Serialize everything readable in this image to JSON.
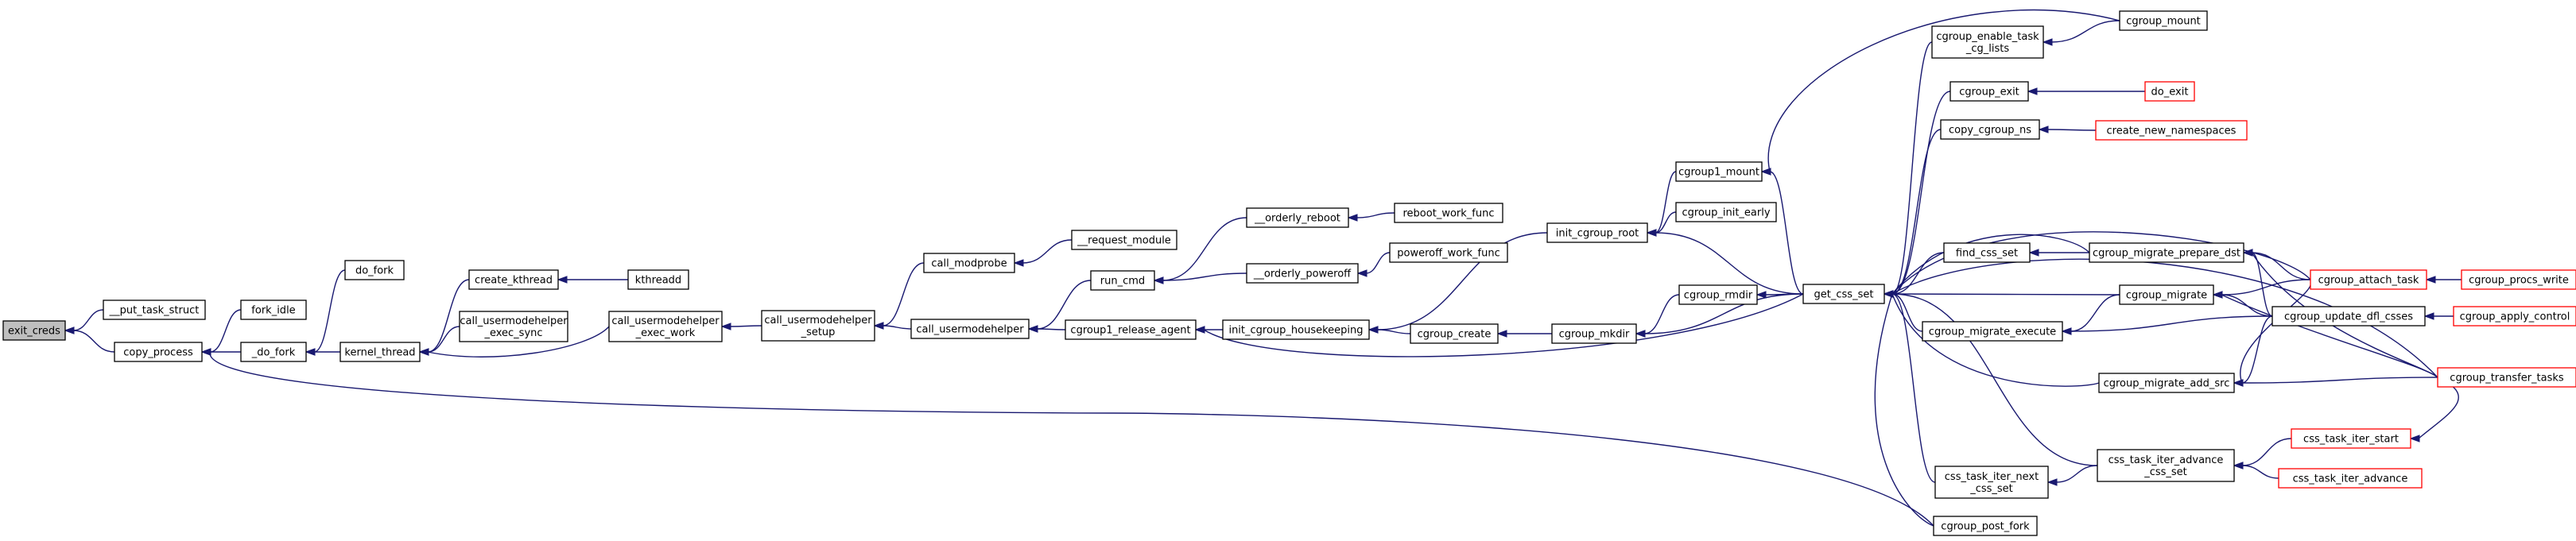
{
  "graph": {
    "title": "",
    "colors": {
      "edge": "#191970",
      "root_fill": "#bfbfbf",
      "leaf_red": "#ff0000",
      "border": "#000000"
    },
    "nodes": [
      {
        "id": "exit_creds",
        "lines": [
          "exit_creds"
        ],
        "style": "root"
      },
      {
        "id": "put_task_struct",
        "lines": [
          "__put_task_struct"
        ],
        "style": "normal"
      },
      {
        "id": "copy_process",
        "lines": [
          "copy_process"
        ],
        "style": "normal"
      },
      {
        "id": "fork_idle",
        "lines": [
          "fork_idle"
        ],
        "style": "normal"
      },
      {
        "id": "do_fork_u",
        "lines": [
          "_do_fork"
        ],
        "style": "normal"
      },
      {
        "id": "do_fork",
        "lines": [
          "do_fork"
        ],
        "style": "normal"
      },
      {
        "id": "kernel_thread",
        "lines": [
          "kernel_thread"
        ],
        "style": "normal"
      },
      {
        "id": "create_kthread",
        "lines": [
          "create_kthread"
        ],
        "style": "normal"
      },
      {
        "id": "kthreadd",
        "lines": [
          "kthreadd"
        ],
        "style": "normal"
      },
      {
        "id": "cuh_exec_sync",
        "lines": [
          "call_usermodehelper",
          "_exec_sync"
        ],
        "style": "normal"
      },
      {
        "id": "cuh_exec_work",
        "lines": [
          "call_usermodehelper",
          "_exec_work"
        ],
        "style": "normal"
      },
      {
        "id": "cuh_setup",
        "lines": [
          "call_usermodehelper",
          "_setup"
        ],
        "style": "normal"
      },
      {
        "id": "call_modprobe",
        "lines": [
          "call_modprobe"
        ],
        "style": "normal"
      },
      {
        "id": "request_module",
        "lines": [
          "__request_module"
        ],
        "style": "normal"
      },
      {
        "id": "call_usermodehelper",
        "lines": [
          "call_usermodehelper"
        ],
        "style": "normal"
      },
      {
        "id": "run_cmd",
        "lines": [
          "run_cmd"
        ],
        "style": "normal"
      },
      {
        "id": "orderly_reboot",
        "lines": [
          "__orderly_reboot"
        ],
        "style": "normal"
      },
      {
        "id": "reboot_work_func",
        "lines": [
          "reboot_work_func"
        ],
        "style": "normal"
      },
      {
        "id": "orderly_poweroff",
        "lines": [
          "__orderly_poweroff"
        ],
        "style": "normal"
      },
      {
        "id": "poweroff_work_func",
        "lines": [
          "poweroff_work_func"
        ],
        "style": "normal"
      },
      {
        "id": "cgroup1_release_agent",
        "lines": [
          "cgroup1_release_agent"
        ],
        "style": "normal"
      },
      {
        "id": "init_cgroup_housekeeping",
        "lines": [
          "init_cgroup_housekeeping"
        ],
        "style": "normal"
      },
      {
        "id": "init_cgroup_root",
        "lines": [
          "init_cgroup_root"
        ],
        "style": "normal"
      },
      {
        "id": "cgroup_create",
        "lines": [
          "cgroup_create"
        ],
        "style": "normal"
      },
      {
        "id": "cgroup_mkdir",
        "lines": [
          "cgroup_mkdir"
        ],
        "style": "normal"
      },
      {
        "id": "cgroup_rmdir",
        "lines": [
          "cgroup_rmdir"
        ],
        "style": "normal"
      },
      {
        "id": "cgroup1_mount",
        "lines": [
          "cgroup1_mount"
        ],
        "style": "normal"
      },
      {
        "id": "cgroup_init_early",
        "lines": [
          "cgroup_init_early"
        ],
        "style": "normal"
      },
      {
        "id": "get_css_set",
        "lines": [
          "get_css_set"
        ],
        "style": "normal"
      },
      {
        "id": "cgroup_enable_task_cg_lists",
        "lines": [
          "cgroup_enable_task",
          "_cg_lists"
        ],
        "style": "normal"
      },
      {
        "id": "cgroup_mount",
        "lines": [
          "cgroup_mount"
        ],
        "style": "normal"
      },
      {
        "id": "cgroup_exit",
        "lines": [
          "cgroup_exit"
        ],
        "style": "normal"
      },
      {
        "id": "do_exit",
        "lines": [
          "do_exit"
        ],
        "style": "red"
      },
      {
        "id": "copy_cgroup_ns",
        "lines": [
          "copy_cgroup_ns"
        ],
        "style": "normal"
      },
      {
        "id": "create_new_namespaces",
        "lines": [
          "create_new_namespaces"
        ],
        "style": "red"
      },
      {
        "id": "find_css_set",
        "lines": [
          "find_css_set"
        ],
        "style": "normal"
      },
      {
        "id": "cgroup_migrate_prepare_dst",
        "lines": [
          "cgroup_migrate_prepare_dst"
        ],
        "style": "normal"
      },
      {
        "id": "cgroup_migrate",
        "lines": [
          "cgroup_migrate"
        ],
        "style": "normal"
      },
      {
        "id": "cgroup_migrate_execute",
        "lines": [
          "cgroup_migrate_execute"
        ],
        "style": "normal"
      },
      {
        "id": "cgroup_migrate_add_src",
        "lines": [
          "cgroup_migrate_add_src"
        ],
        "style": "normal"
      },
      {
        "id": "cgroup_attach_task",
        "lines": [
          "cgroup_attach_task"
        ],
        "style": "red"
      },
      {
        "id": "cgroup_procs_write",
        "lines": [
          "cgroup_procs_write"
        ],
        "style": "red"
      },
      {
        "id": "cgroup_update_dfl_csses",
        "lines": [
          "cgroup_update_dfl_csses"
        ],
        "style": "normal"
      },
      {
        "id": "cgroup_apply_control",
        "lines": [
          "cgroup_apply_control"
        ],
        "style": "red"
      },
      {
        "id": "cgroup_transfer_tasks",
        "lines": [
          "cgroup_transfer_tasks"
        ],
        "style": "red"
      },
      {
        "id": "css_task_iter_next_css_set",
        "lines": [
          "css_task_iter_next",
          "_css_set"
        ],
        "style": "normal"
      },
      {
        "id": "css_task_iter_advance_css_set",
        "lines": [
          "css_task_iter_advance",
          "_css_set"
        ],
        "style": "normal"
      },
      {
        "id": "css_task_iter_start",
        "lines": [
          "css_task_iter_start"
        ],
        "style": "red"
      },
      {
        "id": "css_task_iter_advance",
        "lines": [
          "css_task_iter_advance"
        ],
        "style": "red"
      },
      {
        "id": "cgroup_post_fork",
        "lines": [
          "cgroup_post_fork"
        ],
        "style": "normal"
      }
    ],
    "edges": [
      {
        "from": "exit_creds",
        "to": "put_task_struct"
      },
      {
        "from": "exit_creds",
        "to": "copy_process"
      },
      {
        "from": "copy_process",
        "to": "fork_idle"
      },
      {
        "from": "copy_process",
        "to": "do_fork_u"
      },
      {
        "from": "copy_process",
        "to": "cgroup_post_fork"
      },
      {
        "from": "do_fork_u",
        "to": "do_fork"
      },
      {
        "from": "do_fork_u",
        "to": "kernel_thread"
      },
      {
        "from": "kernel_thread",
        "to": "create_kthread"
      },
      {
        "from": "kernel_thread",
        "to": "cuh_exec_sync"
      },
      {
        "from": "kernel_thread",
        "to": "cuh_exec_work"
      },
      {
        "from": "create_kthread",
        "to": "kthreadd"
      },
      {
        "from": "cuh_exec_work",
        "to": "cuh_setup"
      },
      {
        "from": "cuh_setup",
        "to": "call_modprobe"
      },
      {
        "from": "cuh_setup",
        "to": "call_usermodehelper"
      },
      {
        "from": "call_modprobe",
        "to": "request_module"
      },
      {
        "from": "call_usermodehelper",
        "to": "run_cmd"
      },
      {
        "from": "call_usermodehelper",
        "to": "cgroup1_release_agent"
      },
      {
        "from": "run_cmd",
        "to": "orderly_reboot"
      },
      {
        "from": "run_cmd",
        "to": "orderly_poweroff"
      },
      {
        "from": "orderly_reboot",
        "to": "reboot_work_func"
      },
      {
        "from": "orderly_poweroff",
        "to": "poweroff_work_func"
      },
      {
        "from": "cgroup1_release_agent",
        "to": "init_cgroup_housekeeping"
      },
      {
        "from": "cgroup1_release_agent",
        "to": "get_css_set"
      },
      {
        "from": "init_cgroup_housekeeping",
        "to": "init_cgroup_root"
      },
      {
        "from": "init_cgroup_housekeeping",
        "to": "cgroup_create"
      },
      {
        "from": "cgroup_create",
        "to": "cgroup_mkdir"
      },
      {
        "from": "cgroup_mkdir",
        "to": "cgroup_rmdir"
      },
      {
        "from": "cgroup_mkdir",
        "to": "get_css_set"
      },
      {
        "from": "cgroup_rmdir",
        "to": "get_css_set"
      },
      {
        "from": "init_cgroup_root",
        "to": "cgroup1_mount"
      },
      {
        "from": "init_cgroup_root",
        "to": "cgroup_init_early"
      },
      {
        "from": "init_cgroup_root",
        "to": "get_css_set"
      },
      {
        "from": "cgroup1_mount",
        "to": "cgroup_mount"
      },
      {
        "from": "cgroup1_mount",
        "to": "get_css_set"
      },
      {
        "from": "get_css_set",
        "to": "cgroup_enable_task_cg_lists"
      },
      {
        "from": "get_css_set",
        "to": "cgroup_exit"
      },
      {
        "from": "get_css_set",
        "to": "copy_cgroup_ns"
      },
      {
        "from": "get_css_set",
        "to": "find_css_set"
      },
      {
        "from": "get_css_set",
        "to": "cgroup_migrate"
      },
      {
        "from": "get_css_set",
        "to": "cgroup_migrate_execute"
      },
      {
        "from": "get_css_set",
        "to": "cgroup_migrate_add_src"
      },
      {
        "from": "get_css_set",
        "to": "cgroup_migrate_prepare_dst"
      },
      {
        "from": "get_css_set",
        "to": "cgroup_attach_task"
      },
      {
        "from": "get_css_set",
        "to": "cgroup_transfer_tasks"
      },
      {
        "from": "get_css_set",
        "to": "css_task_iter_next_css_set"
      },
      {
        "from": "get_css_set",
        "to": "css_task_iter_advance_css_set"
      },
      {
        "from": "get_css_set",
        "to": "cgroup_post_fork"
      },
      {
        "from": "cgroup_enable_task_cg_lists",
        "to": "cgroup_mount"
      },
      {
        "from": "cgroup_exit",
        "to": "do_exit"
      },
      {
        "from": "copy_cgroup_ns",
        "to": "create_new_namespaces"
      },
      {
        "from": "find_css_set",
        "to": "cgroup_migrate_prepare_dst"
      },
      {
        "from": "cgroup_migrate_prepare_dst",
        "to": "cgroup_attach_task"
      },
      {
        "from": "cgroup_migrate_prepare_dst",
        "to": "cgroup_update_dfl_csses"
      },
      {
        "from": "cgroup_migrate_prepare_dst",
        "to": "cgroup_transfer_tasks"
      },
      {
        "from": "cgroup_migrate",
        "to": "cgroup_attach_task"
      },
      {
        "from": "cgroup_migrate",
        "to": "cgroup_update_dfl_csses"
      },
      {
        "from": "cgroup_migrate",
        "to": "cgroup_transfer_tasks"
      },
      {
        "from": "cgroup_migrate_execute",
        "to": "cgroup_migrate"
      },
      {
        "from": "cgroup_migrate_execute",
        "to": "cgroup_update_dfl_csses"
      },
      {
        "from": "cgroup_migrate_add_src",
        "to": "cgroup_attach_task"
      },
      {
        "from": "cgroup_migrate_add_src",
        "to": "cgroup_update_dfl_csses"
      },
      {
        "from": "cgroup_migrate_add_src",
        "to": "cgroup_transfer_tasks"
      },
      {
        "from": "cgroup_attach_task",
        "to": "cgroup_procs_write"
      },
      {
        "from": "cgroup_update_dfl_csses",
        "to": "cgroup_apply_control"
      },
      {
        "from": "css_task_iter_next_css_set",
        "to": "css_task_iter_advance_css_set"
      },
      {
        "from": "css_task_iter_advance_css_set",
        "to": "css_task_iter_start"
      },
      {
        "from": "css_task_iter_advance_css_set",
        "to": "css_task_iter_advance"
      },
      {
        "from": "css_task_iter_start",
        "to": "cgroup_transfer_tasks"
      }
    ]
  }
}
